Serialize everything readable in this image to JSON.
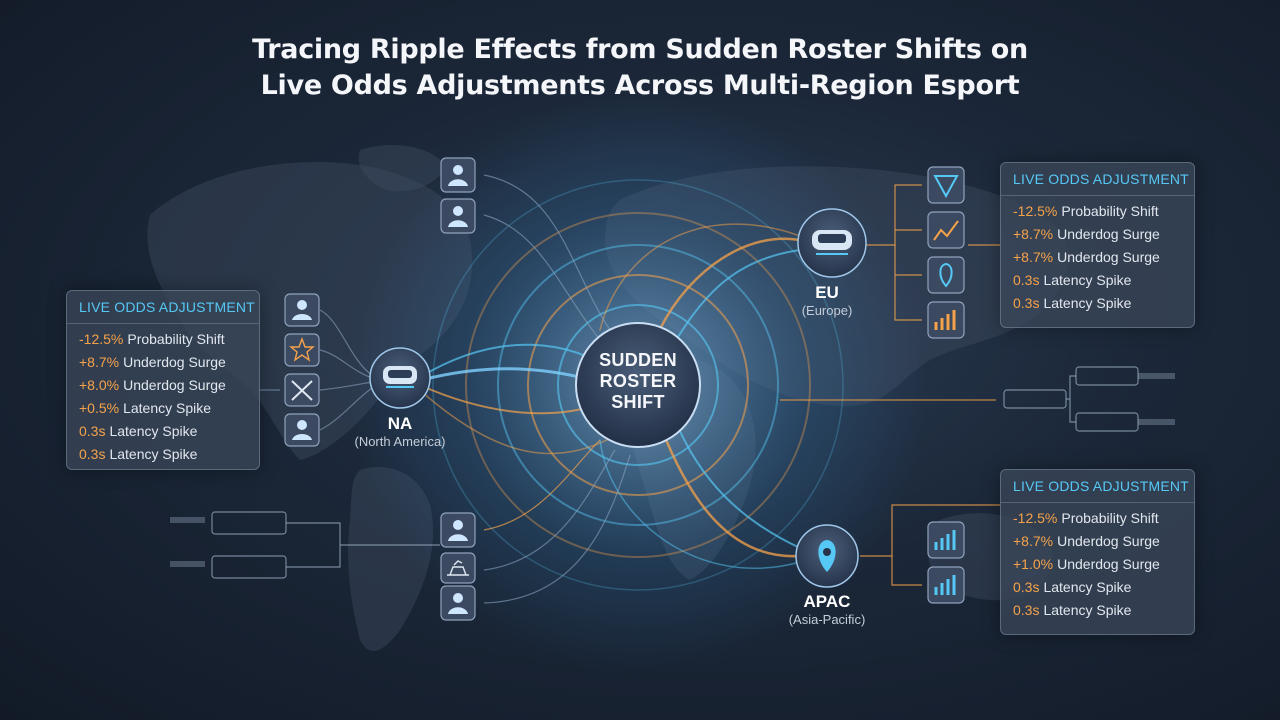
{
  "title_line1": "Tracing Ripple Effects from Sudden Roster Shifts on",
  "title_line2": "Live Odds Adjustments Across Multi-Region Esport",
  "center": {
    "line1": "SUDDEN",
    "line2": "ROSTER",
    "line3": "SHIFT"
  },
  "regions": {
    "na": {
      "code": "NA",
      "name": "(North America)"
    },
    "eu": {
      "code": "EU",
      "name": "(Europe)"
    },
    "apac": {
      "code": "APAC",
      "name": "(Asia-Pacific)"
    }
  },
  "panels": {
    "na": {
      "heading": "LIVE ODDS ADJUSTMENT",
      "rows": [
        {
          "value": "-12.5%",
          "label": "Probability Shift"
        },
        {
          "value": "+8.7%",
          "label": "Underdog Surge"
        },
        {
          "value": "+8.0%",
          "label": "Underdog Surge"
        },
        {
          "value": "+0.5%",
          "label": "Latency Spike"
        },
        {
          "value": "0.3s",
          "label": "Latency Spike"
        },
        {
          "value": "0.3s",
          "label": "Latency Spike"
        }
      ]
    },
    "eu": {
      "heading": "LIVE ODDS ADJUSTMENT",
      "rows": [
        {
          "value": "-12.5%",
          "label": "Probability Shift"
        },
        {
          "value": "+8.7%",
          "label": "Underdog Surge"
        },
        {
          "value": "+8.7%",
          "label": "Underdog Surge"
        },
        {
          "value": "0.3s",
          "label": "Latency Spike"
        },
        {
          "value": "0.3s",
          "label": "Latency Spike"
        }
      ]
    },
    "apac": {
      "heading": "LIVE ODDS ADJUSTMENT",
      "rows": [
        {
          "value": "-12.5%",
          "label": "Probability Shift"
        },
        {
          "value": "+8.7%",
          "label": "Underdog Surge"
        },
        {
          "value": "+1.0%",
          "label": "Underdog Surge"
        },
        {
          "value": "0.3s",
          "label": "Latency Spike"
        },
        {
          "value": "0.3s",
          "label": "Latency Spike"
        }
      ]
    }
  },
  "colors": {
    "accent_blue": "#56c8f5",
    "accent_orange": "#f5a24a",
    "background": "#1b2738"
  },
  "icons": {
    "na_side": [
      "player-icon",
      "star-icon",
      "crossed-swords-icon",
      "player-icon"
    ],
    "top": [
      "player-icon",
      "player-icon"
    ],
    "bottom": [
      "player-icon",
      "esports-desk-icon",
      "player-icon"
    ],
    "eu_side": [
      "shield-emblem-icon",
      "trend-chart-icon",
      "location-pin-icon",
      "bar-chart-icon"
    ],
    "apac_side": [
      "bar-chart-icon",
      "bar-chart-icon"
    ],
    "hubs": {
      "na": "console-hub-icon",
      "eu": "console-hub-icon",
      "apac": "location-pin-icon"
    }
  }
}
